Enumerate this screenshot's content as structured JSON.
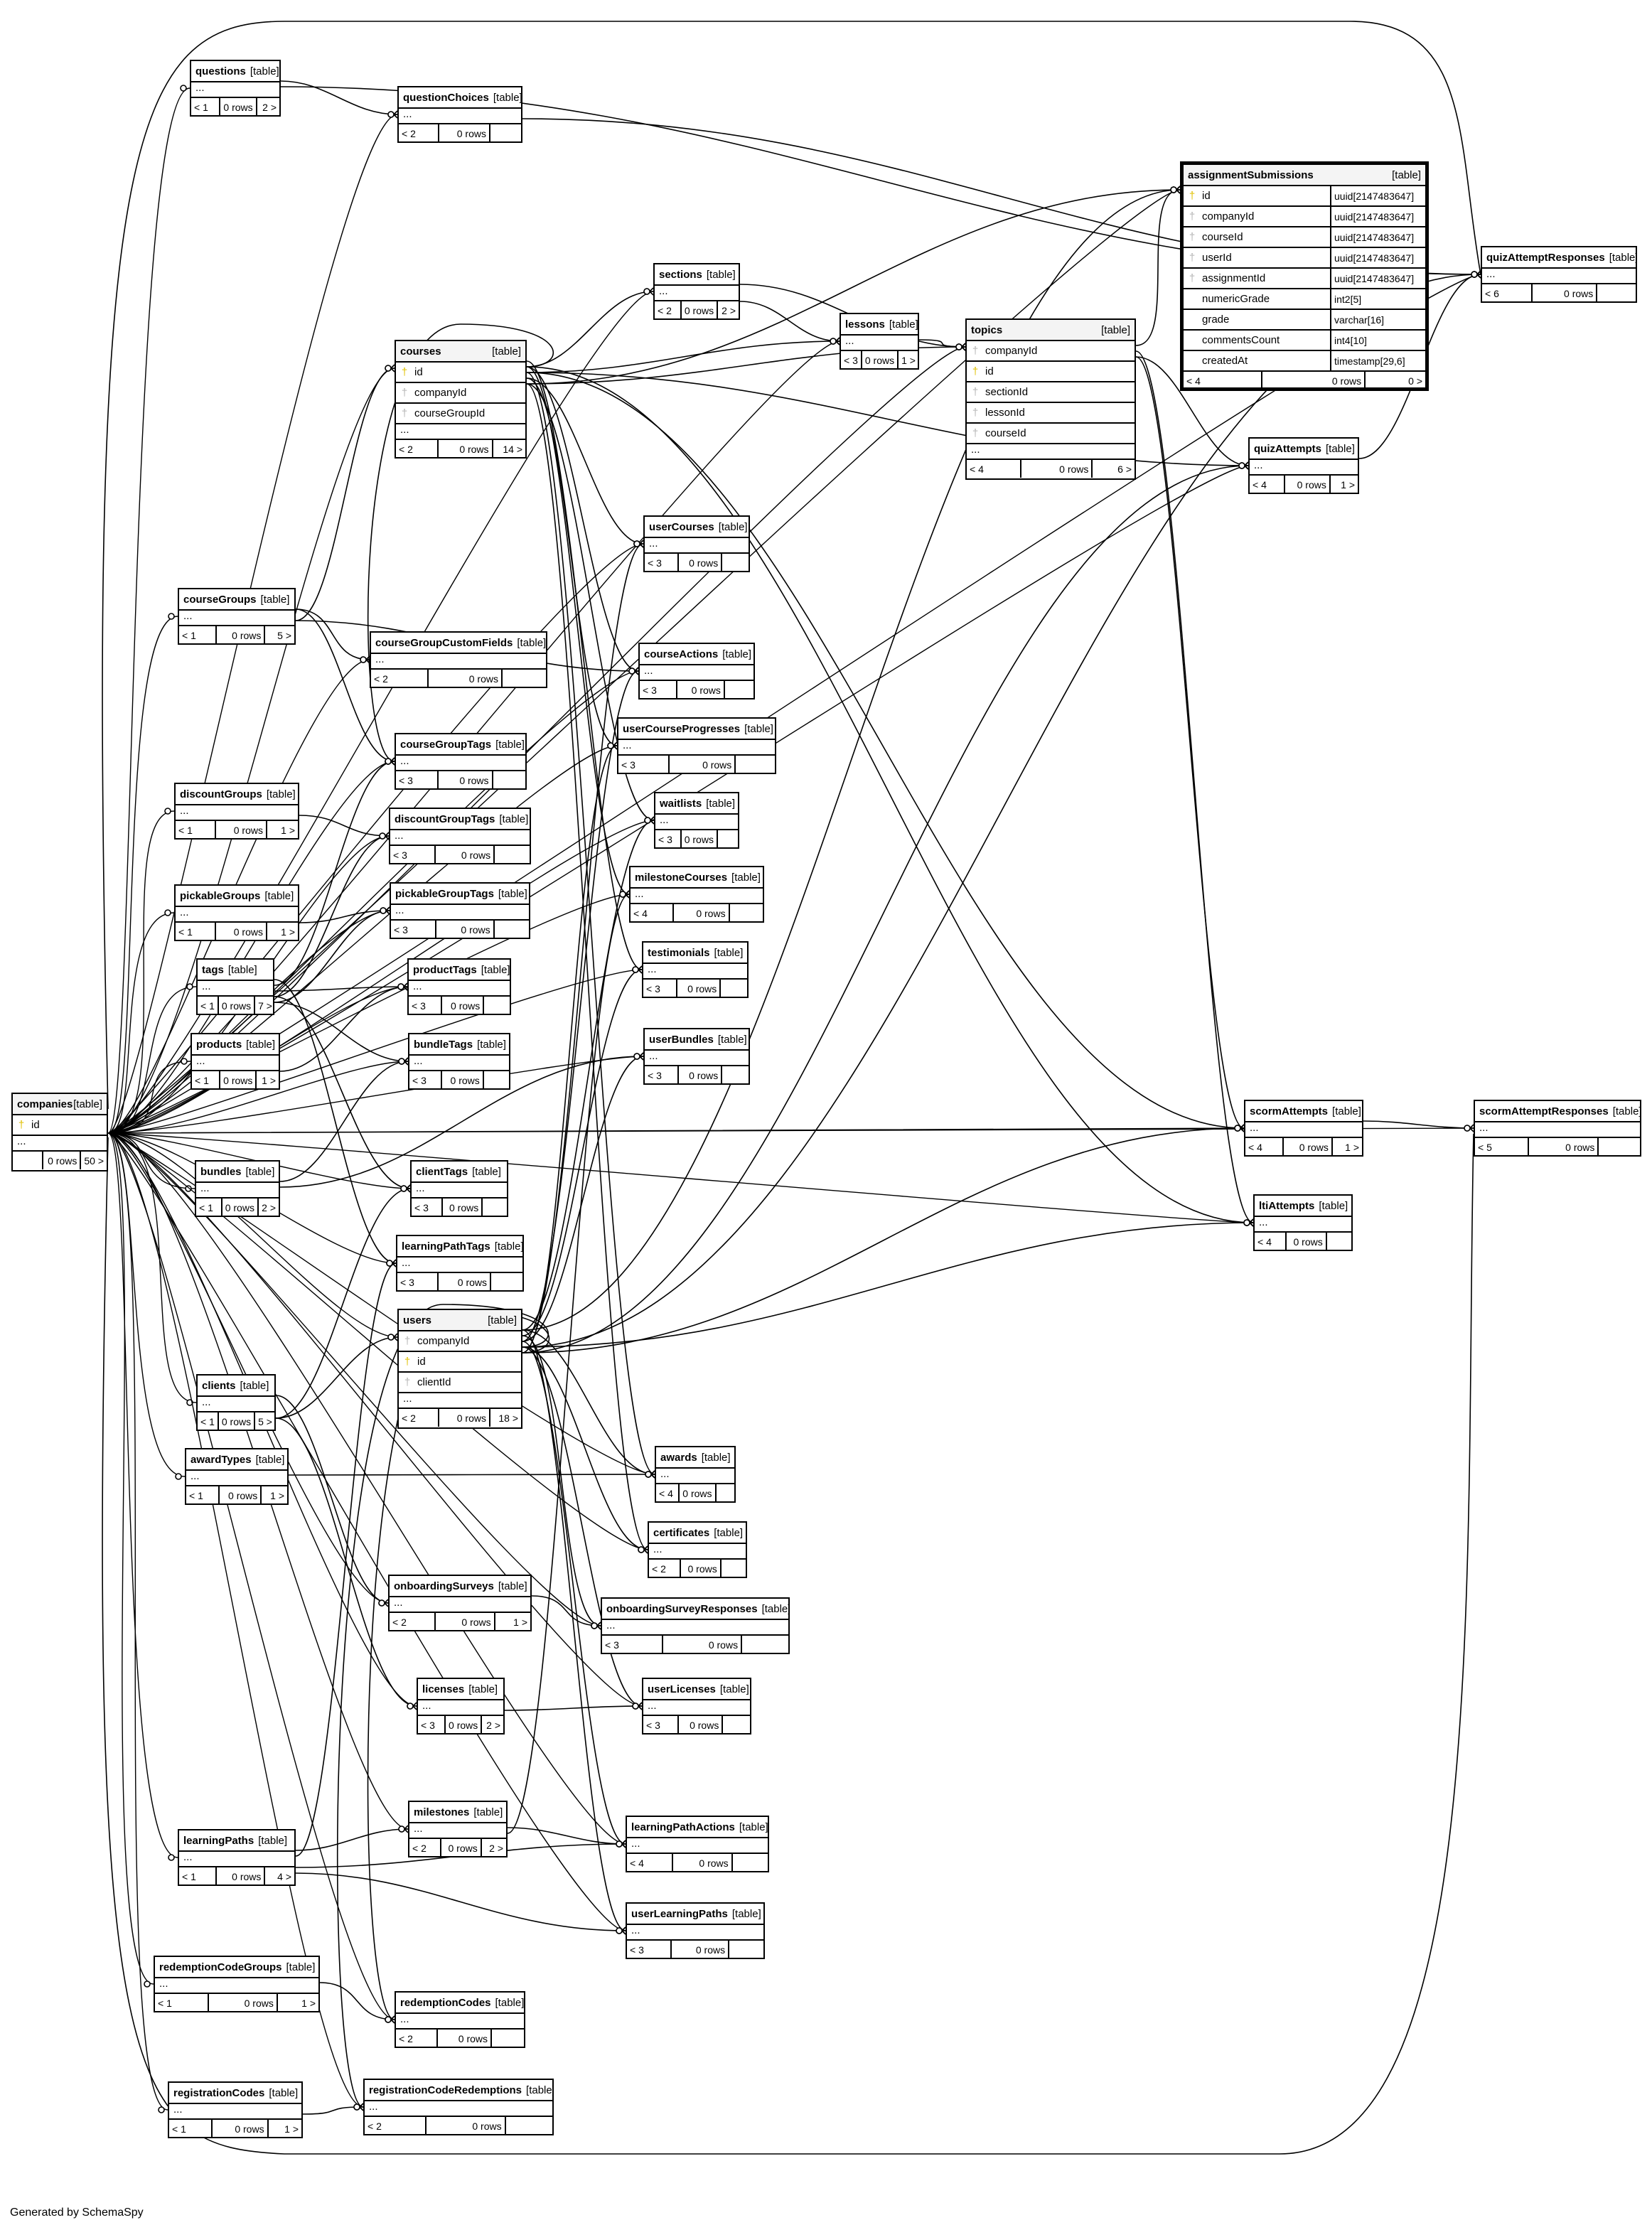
{
  "tables": {
    "questions": {
      "name": "questions",
      "tag": "[table]",
      "rows": [],
      "ellipsis": "...",
      "parents": "< 1",
      "count": "0 rows",
      "children": "2 >"
    },
    "questionChoices": {
      "name": "questionChoices",
      "tag": "[table]",
      "rows": [],
      "ellipsis": "...",
      "parents": "< 2",
      "count": "0 rows",
      "children": ""
    },
    "assignmentSubmissions": {
      "name": "assignmentSubmissions",
      "tag": "[table]",
      "rows": [
        {
          "key": "pk",
          "name": "id",
          "type": "uuid[2147483647]"
        },
        {
          "key": "fk",
          "name": "companyId",
          "type": "uuid[2147483647]"
        },
        {
          "key": "fk",
          "name": "courseId",
          "type": "uuid[2147483647]"
        },
        {
          "key": "fk",
          "name": "userId",
          "type": "uuid[2147483647]"
        },
        {
          "key": "fk",
          "name": "assignmentId",
          "type": "uuid[2147483647]"
        },
        {
          "key": "",
          "name": "numericGrade",
          "type": "int2[5]"
        },
        {
          "key": "",
          "name": "grade",
          "type": "varchar[16]"
        },
        {
          "key": "",
          "name": "commentsCount",
          "type": "int4[10]"
        },
        {
          "key": "",
          "name": "createdAt",
          "type": "timestamp[29,6]"
        }
      ],
      "ellipsis": "",
      "parents": "< 4",
      "count": "0 rows",
      "children": "0 >"
    },
    "quizAttemptResponses": {
      "name": "quizAttemptResponses",
      "tag": "[table]",
      "rows": [],
      "ellipsis": "...",
      "parents": "< 6",
      "count": "0 rows",
      "children": ""
    },
    "sections": {
      "name": "sections",
      "tag": "[table]",
      "rows": [],
      "ellipsis": "...",
      "parents": "< 2",
      "count": "0 rows",
      "children": "2 >"
    },
    "lessons": {
      "name": "lessons",
      "tag": "[table]",
      "rows": [],
      "ellipsis": "...",
      "parents": "< 3",
      "count": "0 rows",
      "children": "1 >"
    },
    "topics": {
      "name": "topics",
      "tag": "[table]",
      "rows": [
        {
          "key": "fk",
          "name": "companyId"
        },
        {
          "key": "pk",
          "name": "id"
        },
        {
          "key": "fk",
          "name": "sectionId"
        },
        {
          "key": "fk",
          "name": "lessonId"
        },
        {
          "key": "fk",
          "name": "courseId"
        }
      ],
      "ellipsis": "...",
      "parents": "< 4",
      "count": "0 rows",
      "children": "6 >"
    },
    "courses": {
      "name": "courses",
      "tag": "[table]",
      "rows": [
        {
          "key": "pk",
          "name": "id"
        },
        {
          "key": "fk",
          "name": "companyId"
        },
        {
          "key": "fk",
          "name": "courseGroupId"
        }
      ],
      "ellipsis": "...",
      "parents": "< 2",
      "count": "0 rows",
      "children": "14 >"
    },
    "quizAttempts": {
      "name": "quizAttempts",
      "tag": "[table]",
      "rows": [],
      "ellipsis": "...",
      "parents": "< 4",
      "count": "0 rows",
      "children": "1 >"
    },
    "userCourses": {
      "name": "userCourses",
      "tag": "[table]",
      "rows": [],
      "ellipsis": "...",
      "parents": "< 3",
      "count": "0 rows",
      "children": ""
    },
    "courseGroups": {
      "name": "courseGroups",
      "tag": "[table]",
      "rows": [],
      "ellipsis": "...",
      "parents": "< 1",
      "count": "0 rows",
      "children": "5 >"
    },
    "courseGroupCustomFields": {
      "name": "courseGroupCustomFields",
      "tag": "[table]",
      "rows": [],
      "ellipsis": "...",
      "parents": "< 2",
      "count": "0 rows",
      "children": ""
    },
    "courseActions": {
      "name": "courseActions",
      "tag": "[table]",
      "rows": [],
      "ellipsis": "...",
      "parents": "< 3",
      "count": "0 rows",
      "children": ""
    },
    "userCourseProgresses": {
      "name": "userCourseProgresses",
      "tag": "[table]",
      "rows": [],
      "ellipsis": "...",
      "parents": "< 3",
      "count": "0 rows",
      "children": ""
    },
    "courseGroupTags": {
      "name": "courseGroupTags",
      "tag": "[table]",
      "rows": [],
      "ellipsis": "...",
      "parents": "< 3",
      "count": "0 rows",
      "children": ""
    },
    "discountGroups": {
      "name": "discountGroups",
      "tag": "[table]",
      "rows": [],
      "ellipsis": "...",
      "parents": "< 1",
      "count": "0 rows",
      "children": "1 >"
    },
    "waitlists": {
      "name": "waitlists",
      "tag": "[table]",
      "rows": [],
      "ellipsis": "...",
      "parents": "< 3",
      "count": "0 rows",
      "children": ""
    },
    "discountGroupTags": {
      "name": "discountGroupTags",
      "tag": "[table]",
      "rows": [],
      "ellipsis": "...",
      "parents": "< 3",
      "count": "0 rows",
      "children": ""
    },
    "milestoneCourses": {
      "name": "milestoneCourses",
      "tag": "[table]",
      "rows": [],
      "ellipsis": "...",
      "parents": "< 4",
      "count": "0 rows",
      "children": ""
    },
    "pickableGroups": {
      "name": "pickableGroups",
      "tag": "[table]",
      "rows": [],
      "ellipsis": "...",
      "parents": "< 1",
      "count": "0 rows",
      "children": "1 >"
    },
    "pickableGroupTags": {
      "name": "pickableGroupTags",
      "tag": "[table]",
      "rows": [],
      "ellipsis": "...",
      "parents": "< 3",
      "count": "0 rows",
      "children": ""
    },
    "testimonials": {
      "name": "testimonials",
      "tag": "[table]",
      "rows": [],
      "ellipsis": "...",
      "parents": "< 3",
      "count": "0 rows",
      "children": ""
    },
    "tags": {
      "name": "tags",
      "tag": "[table]",
      "rows": [],
      "ellipsis": "...",
      "parents": "< 1",
      "count": "0 rows",
      "children": "7 >"
    },
    "productTags": {
      "name": "productTags",
      "tag": "[table]",
      "rows": [],
      "ellipsis": "...",
      "parents": "< 3",
      "count": "0 rows",
      "children": ""
    },
    "products": {
      "name": "products",
      "tag": "[table]",
      "rows": [],
      "ellipsis": "...",
      "parents": "< 1",
      "count": "0 rows",
      "children": "1 >"
    },
    "userBundles": {
      "name": "userBundles",
      "tag": "[table]",
      "rows": [],
      "ellipsis": "...",
      "parents": "< 3",
      "count": "0 rows",
      "children": ""
    },
    "bundleTags": {
      "name": "bundleTags",
      "tag": "[table]",
      "rows": [],
      "ellipsis": "...",
      "parents": "< 3",
      "count": "0 rows",
      "children": ""
    },
    "companies": {
      "name": "companies",
      "tag": "[table]",
      "rows": [
        {
          "key": "pk",
          "name": "id"
        }
      ],
      "ellipsis": "...",
      "parents": "",
      "count": "0 rows",
      "children": "50 >"
    },
    "scormAttempts": {
      "name": "scormAttempts",
      "tag": "[table]",
      "rows": [],
      "ellipsis": "...",
      "parents": "< 4",
      "count": "0 rows",
      "children": "1 >"
    },
    "scormAttemptResponses": {
      "name": "scormAttemptResponses",
      "tag": "[table]",
      "rows": [],
      "ellipsis": "...",
      "parents": "< 5",
      "count": "0 rows",
      "children": ""
    },
    "bundles": {
      "name": "bundles",
      "tag": "[table]",
      "rows": [],
      "ellipsis": "...",
      "parents": "< 1",
      "count": "0 rows",
      "children": "2 >"
    },
    "clientTags": {
      "name": "clientTags",
      "tag": "[table]",
      "rows": [],
      "ellipsis": "...",
      "parents": "< 3",
      "count": "0 rows",
      "children": ""
    },
    "ltiAttempts": {
      "name": "ltiAttempts",
      "tag": "[table]",
      "rows": [],
      "ellipsis": "...",
      "parents": "< 4",
      "count": "0 rows",
      "children": ""
    },
    "learningPathTags": {
      "name": "learningPathTags",
      "tag": "[table]",
      "rows": [],
      "ellipsis": "...",
      "parents": "< 3",
      "count": "0 rows",
      "children": ""
    },
    "users": {
      "name": "users",
      "tag": "[table]",
      "rows": [
        {
          "key": "fk",
          "name": "companyId"
        },
        {
          "key": "pk",
          "name": "id"
        },
        {
          "key": "fk",
          "name": "clientId"
        }
      ],
      "ellipsis": "...",
      "parents": "< 2",
      "count": "0 rows",
      "children": "18 >"
    },
    "clients": {
      "name": "clients",
      "tag": "[table]",
      "rows": [],
      "ellipsis": "...",
      "parents": "< 1",
      "count": "0 rows",
      "children": "5 >"
    },
    "awards": {
      "name": "awards",
      "tag": "[table]",
      "rows": [],
      "ellipsis": "...",
      "parents": "< 4",
      "count": "0 rows",
      "children": ""
    },
    "awardTypes": {
      "name": "awardTypes",
      "tag": "[table]",
      "rows": [],
      "ellipsis": "...",
      "parents": "< 1",
      "count": "0 rows",
      "children": "1 >"
    },
    "certificates": {
      "name": "certificates",
      "tag": "[table]",
      "rows": [],
      "ellipsis": "...",
      "parents": "< 2",
      "count": "0 rows",
      "children": ""
    },
    "onboardingSurveys": {
      "name": "onboardingSurveys",
      "tag": "[table]",
      "rows": [],
      "ellipsis": "...",
      "parents": "< 2",
      "count": "0 rows",
      "children": "1 >"
    },
    "onboardingSurveyResponses": {
      "name": "onboardingSurveyResponses",
      "tag": "[table]",
      "rows": [],
      "ellipsis": "...",
      "parents": "< 3",
      "count": "0 rows",
      "children": ""
    },
    "licenses": {
      "name": "licenses",
      "tag": "[table]",
      "rows": [],
      "ellipsis": "...",
      "parents": "< 3",
      "count": "0 rows",
      "children": "2 >"
    },
    "userLicenses": {
      "name": "userLicenses",
      "tag": "[table]",
      "rows": [],
      "ellipsis": "...",
      "parents": "< 3",
      "count": "0 rows",
      "children": ""
    },
    "milestones": {
      "name": "milestones",
      "tag": "[table]",
      "rows": [],
      "ellipsis": "...",
      "parents": "< 2",
      "count": "0 rows",
      "children": "2 >"
    },
    "learningPathActions": {
      "name": "learningPathActions",
      "tag": "[table]",
      "rows": [],
      "ellipsis": "...",
      "parents": "< 4",
      "count": "0 rows",
      "children": ""
    },
    "learningPaths": {
      "name": "learningPaths",
      "tag": "[table]",
      "rows": [],
      "ellipsis": "...",
      "parents": "< 1",
      "count": "0 rows",
      "children": "4 >"
    },
    "userLearningPaths": {
      "name": "userLearningPaths",
      "tag": "[table]",
      "rows": [],
      "ellipsis": "...",
      "parents": "< 3",
      "count": "0 rows",
      "children": ""
    },
    "redemptionCodeGroups": {
      "name": "redemptionCodeGroups",
      "tag": "[table]",
      "rows": [],
      "ellipsis": "...",
      "parents": "< 1",
      "count": "0 rows",
      "children": "1 >"
    },
    "redemptionCodes": {
      "name": "redemptionCodes",
      "tag": "[table]",
      "rows": [],
      "ellipsis": "...",
      "parents": "< 2",
      "count": "0 rows",
      "children": ""
    },
    "registrationCodes": {
      "name": "registrationCodes",
      "tag": "[table]",
      "rows": [],
      "ellipsis": "...",
      "parents": "< 1",
      "count": "0 rows",
      "children": "1 >"
    },
    "registrationCodeRedemptions": {
      "name": "registrationCodeRedemptions",
      "tag": "[table]",
      "rows": [],
      "ellipsis": "...",
      "parents": "< 2",
      "count": "0 rows",
      "children": ""
    }
  },
  "relationships": [
    [
      "questions",
      "questionChoices"
    ],
    [
      "courses",
      "sections"
    ],
    [
      "courses",
      "lessons"
    ],
    [
      "sections",
      "lessons"
    ],
    [
      "courses",
      "topics"
    ],
    [
      "sections",
      "topics"
    ],
    [
      "lessons",
      "topics"
    ],
    [
      "courses",
      "quizAttempts"
    ],
    [
      "topics",
      "quizAttempts"
    ],
    [
      "users",
      "quizAttempts"
    ],
    [
      "quizAttempts",
      "quizAttemptResponses"
    ],
    [
      "questions",
      "quizAttemptResponses"
    ],
    [
      "questionChoices",
      "quizAttemptResponses"
    ],
    [
      "users",
      "quizAttemptResponses"
    ],
    [
      "courses",
      "assignmentSubmissions"
    ],
    [
      "users",
      "assignmentSubmissions"
    ],
    [
      "topics",
      "assignmentSubmissions"
    ],
    [
      "courseGroups",
      "courses"
    ],
    [
      "courses",
      "userCourses"
    ],
    [
      "users",
      "userCourses"
    ],
    [
      "courseGroups",
      "courseGroupCustomFields"
    ],
    [
      "courses",
      "courseActions"
    ],
    [
      "users",
      "courseActions"
    ],
    [
      "courses",
      "userCourseProgresses"
    ],
    [
      "users",
      "userCourseProgresses"
    ],
    [
      "courseGroups",
      "courseGroupTags"
    ],
    [
      "tags",
      "courseGroupTags"
    ],
    [
      "discountGroups",
      "discountGroupTags"
    ],
    [
      "tags",
      "discountGroupTags"
    ],
    [
      "courses",
      "waitlists"
    ],
    [
      "users",
      "waitlists"
    ],
    [
      "courses",
      "milestoneCourses"
    ],
    [
      "milestones",
      "milestoneCourses"
    ],
    [
      "pickableGroups",
      "pickableGroupTags"
    ],
    [
      "tags",
      "pickableGroupTags"
    ],
    [
      "courses",
      "testimonials"
    ],
    [
      "users",
      "testimonials"
    ],
    [
      "tags",
      "productTags"
    ],
    [
      "products",
      "productTags"
    ],
    [
      "tags",
      "bundleTags"
    ],
    [
      "bundles",
      "bundleTags"
    ],
    [
      "bundles",
      "userBundles"
    ],
    [
      "users",
      "userBundles"
    ],
    [
      "tags",
      "clientTags"
    ],
    [
      "clients",
      "clientTags"
    ],
    [
      "tags",
      "learningPathTags"
    ],
    [
      "learningPaths",
      "learningPathTags"
    ],
    [
      "courses",
      "scormAttempts"
    ],
    [
      "topics",
      "scormAttempts"
    ],
    [
      "users",
      "scormAttempts"
    ],
    [
      "scormAttempts",
      "scormAttemptResponses"
    ],
    [
      "courses",
      "ltiAttempts"
    ],
    [
      "topics",
      "ltiAttempts"
    ],
    [
      "users",
      "ltiAttempts"
    ],
    [
      "clients",
      "users"
    ],
    [
      "users",
      "awards"
    ],
    [
      "awardTypes",
      "awards"
    ],
    [
      "courses",
      "awards"
    ],
    [
      "users",
      "certificates"
    ],
    [
      "courses",
      "certificates"
    ],
    [
      "onboardingSurveys",
      "onboardingSurveyResponses"
    ],
    [
      "users",
      "onboardingSurveyResponses"
    ],
    [
      "licenses",
      "userLicenses"
    ],
    [
      "users",
      "userLicenses"
    ],
    [
      "clients",
      "licenses"
    ],
    [
      "learningPaths",
      "milestones"
    ],
    [
      "milestones",
      "learningPathActions"
    ],
    [
      "users",
      "learningPathActions"
    ],
    [
      "learningPaths",
      "learningPathActions"
    ],
    [
      "learningPaths",
      "userLearningPaths"
    ],
    [
      "users",
      "userLearningPaths"
    ],
    [
      "redemptionCodeGroups",
      "redemptionCodes"
    ],
    [
      "registrationCodes",
      "registrationCodeRedemptions"
    ],
    [
      "users",
      "registrationCodeRedemptions"
    ],
    [
      "users",
      "redemptionCodes"
    ],
    [
      "clients",
      "onboardingSurveys"
    ],
    [
      "courses",
      "courseGroupTags"
    ],
    [
      "courseGroups",
      "courseActions"
    ]
  ],
  "footer": "Generated by SchemaSpy"
}
